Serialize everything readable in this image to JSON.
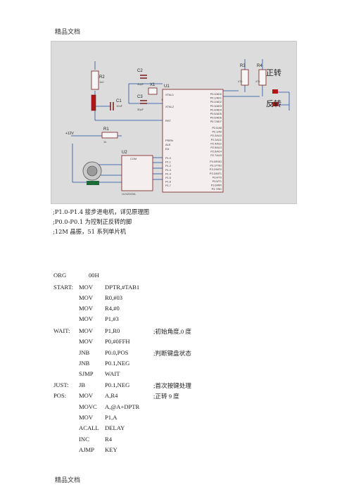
{
  "header": "精品文档",
  "footer": "精品文档",
  "schematic": {
    "labels": {
      "r2": "R2",
      "r2v": "1k0",
      "c1": "C1",
      "c1v": "10uF",
      "c2": "C2",
      "c2v": "30pF",
      "x1": "X1",
      "x1v": "12MHz",
      "c3": "C3",
      "c3v": "30pF",
      "r1": "R1",
      "r1v": "1k",
      "v12": "+12V",
      "u1": "U1",
      "xtal1": "XTAL1",
      "xtal2": "XTAL2",
      "rst": "RST",
      "psen": "PSEN",
      "ale": "ALE",
      "ea": "EA",
      "u2": "U2",
      "u2part": "ULN2003A",
      "com": "COM",
      "r3": "R3",
      "r4": "R4",
      "r3v": "47k",
      "r4v": "47k",
      "fwd": "正转",
      "rev": "反转"
    },
    "p0": [
      "P0.0/AD0",
      "P0.1/AD1",
      "P0.2/AD2",
      "P0.3/AD3",
      "P0.4/AD4",
      "P0.5/AD5",
      "P0.6/AD6",
      "P0.7/AD7"
    ],
    "p2": [
      "P2.0/A8",
      "P2.1/A9",
      "P2.2/A10",
      "P2.3/A11",
      "P2.4/A12",
      "P2.5/A13",
      "P2.6/A14",
      "P2.7/A15"
    ],
    "p1": [
      "P1.0",
      "P1.1",
      "P1.2",
      "P1.3",
      "P1.4",
      "P1.5",
      "P1.6",
      "P1.7"
    ],
    "p3": [
      "P3.0/RXD",
      "P3.1/TXD",
      "P3.2/INT0",
      "P3.3/INT1",
      "P3.4/T0",
      "P3.5/T1",
      "P3.6/WR",
      "P3.7/RD"
    ]
  },
  "comments": [
    ";P1.0-P1.4 接步进电机，详见原理图",
    ";P0.0-P0.1 为控制正反转的脚",
    ";12M 晶振，51 系列单片机"
  ],
  "code_lines": [
    {
      "label": "ORG",
      "op": "",
      "arg": "00H",
      "comment": ""
    },
    {
      "label": "START:",
      "op": "MOV",
      "arg": "DPTR,#TAB1",
      "comment": ""
    },
    {
      "label": "",
      "op": "MOV",
      "arg": "R0,#03",
      "comment": ""
    },
    {
      "label": "",
      "op": "MOV",
      "arg": "R4,#0",
      "comment": ""
    },
    {
      "label": "",
      "op": "MOV",
      "arg": "P1,#3",
      "comment": ""
    },
    {
      "label": "WAIT:",
      "op": "MOV",
      "arg": "P1,R0",
      "comment": ";初始角度,0 度"
    },
    {
      "label": "",
      "op": "MOV",
      "arg": "P0,#0FFH",
      "comment": ""
    },
    {
      "label": "",
      "op": "JNB",
      "arg": "P0.0,POS",
      "comment": ";判断键盘状态"
    },
    {
      "label": "",
      "op": "JNB",
      "arg": "P0.1,NEG",
      "comment": ""
    },
    {
      "label": "",
      "op": "SJMP",
      "arg": "WAIT",
      "comment": ""
    },
    {
      "label": "JUST:",
      "op": "JB",
      "arg": "P0.1,NEG",
      "comment": ";首次按键处理"
    },
    {
      "label": "POS:",
      "op": "MOV",
      "arg": "A,R4",
      "comment": ";正转 9 度"
    },
    {
      "label": "",
      "op": "MOVC",
      "arg": "A,@A+DPTR",
      "comment": ""
    },
    {
      "label": "",
      "op": "MOV",
      "arg": "P1,A",
      "comment": ""
    },
    {
      "label": "",
      "op": "ACALL",
      "arg": "DELAY",
      "comment": ""
    },
    {
      "label": "",
      "op": "INC",
      "arg": "R4",
      "comment": ""
    },
    {
      "label": "",
      "op": "AJMP",
      "arg": "KEY",
      "comment": ""
    }
  ]
}
